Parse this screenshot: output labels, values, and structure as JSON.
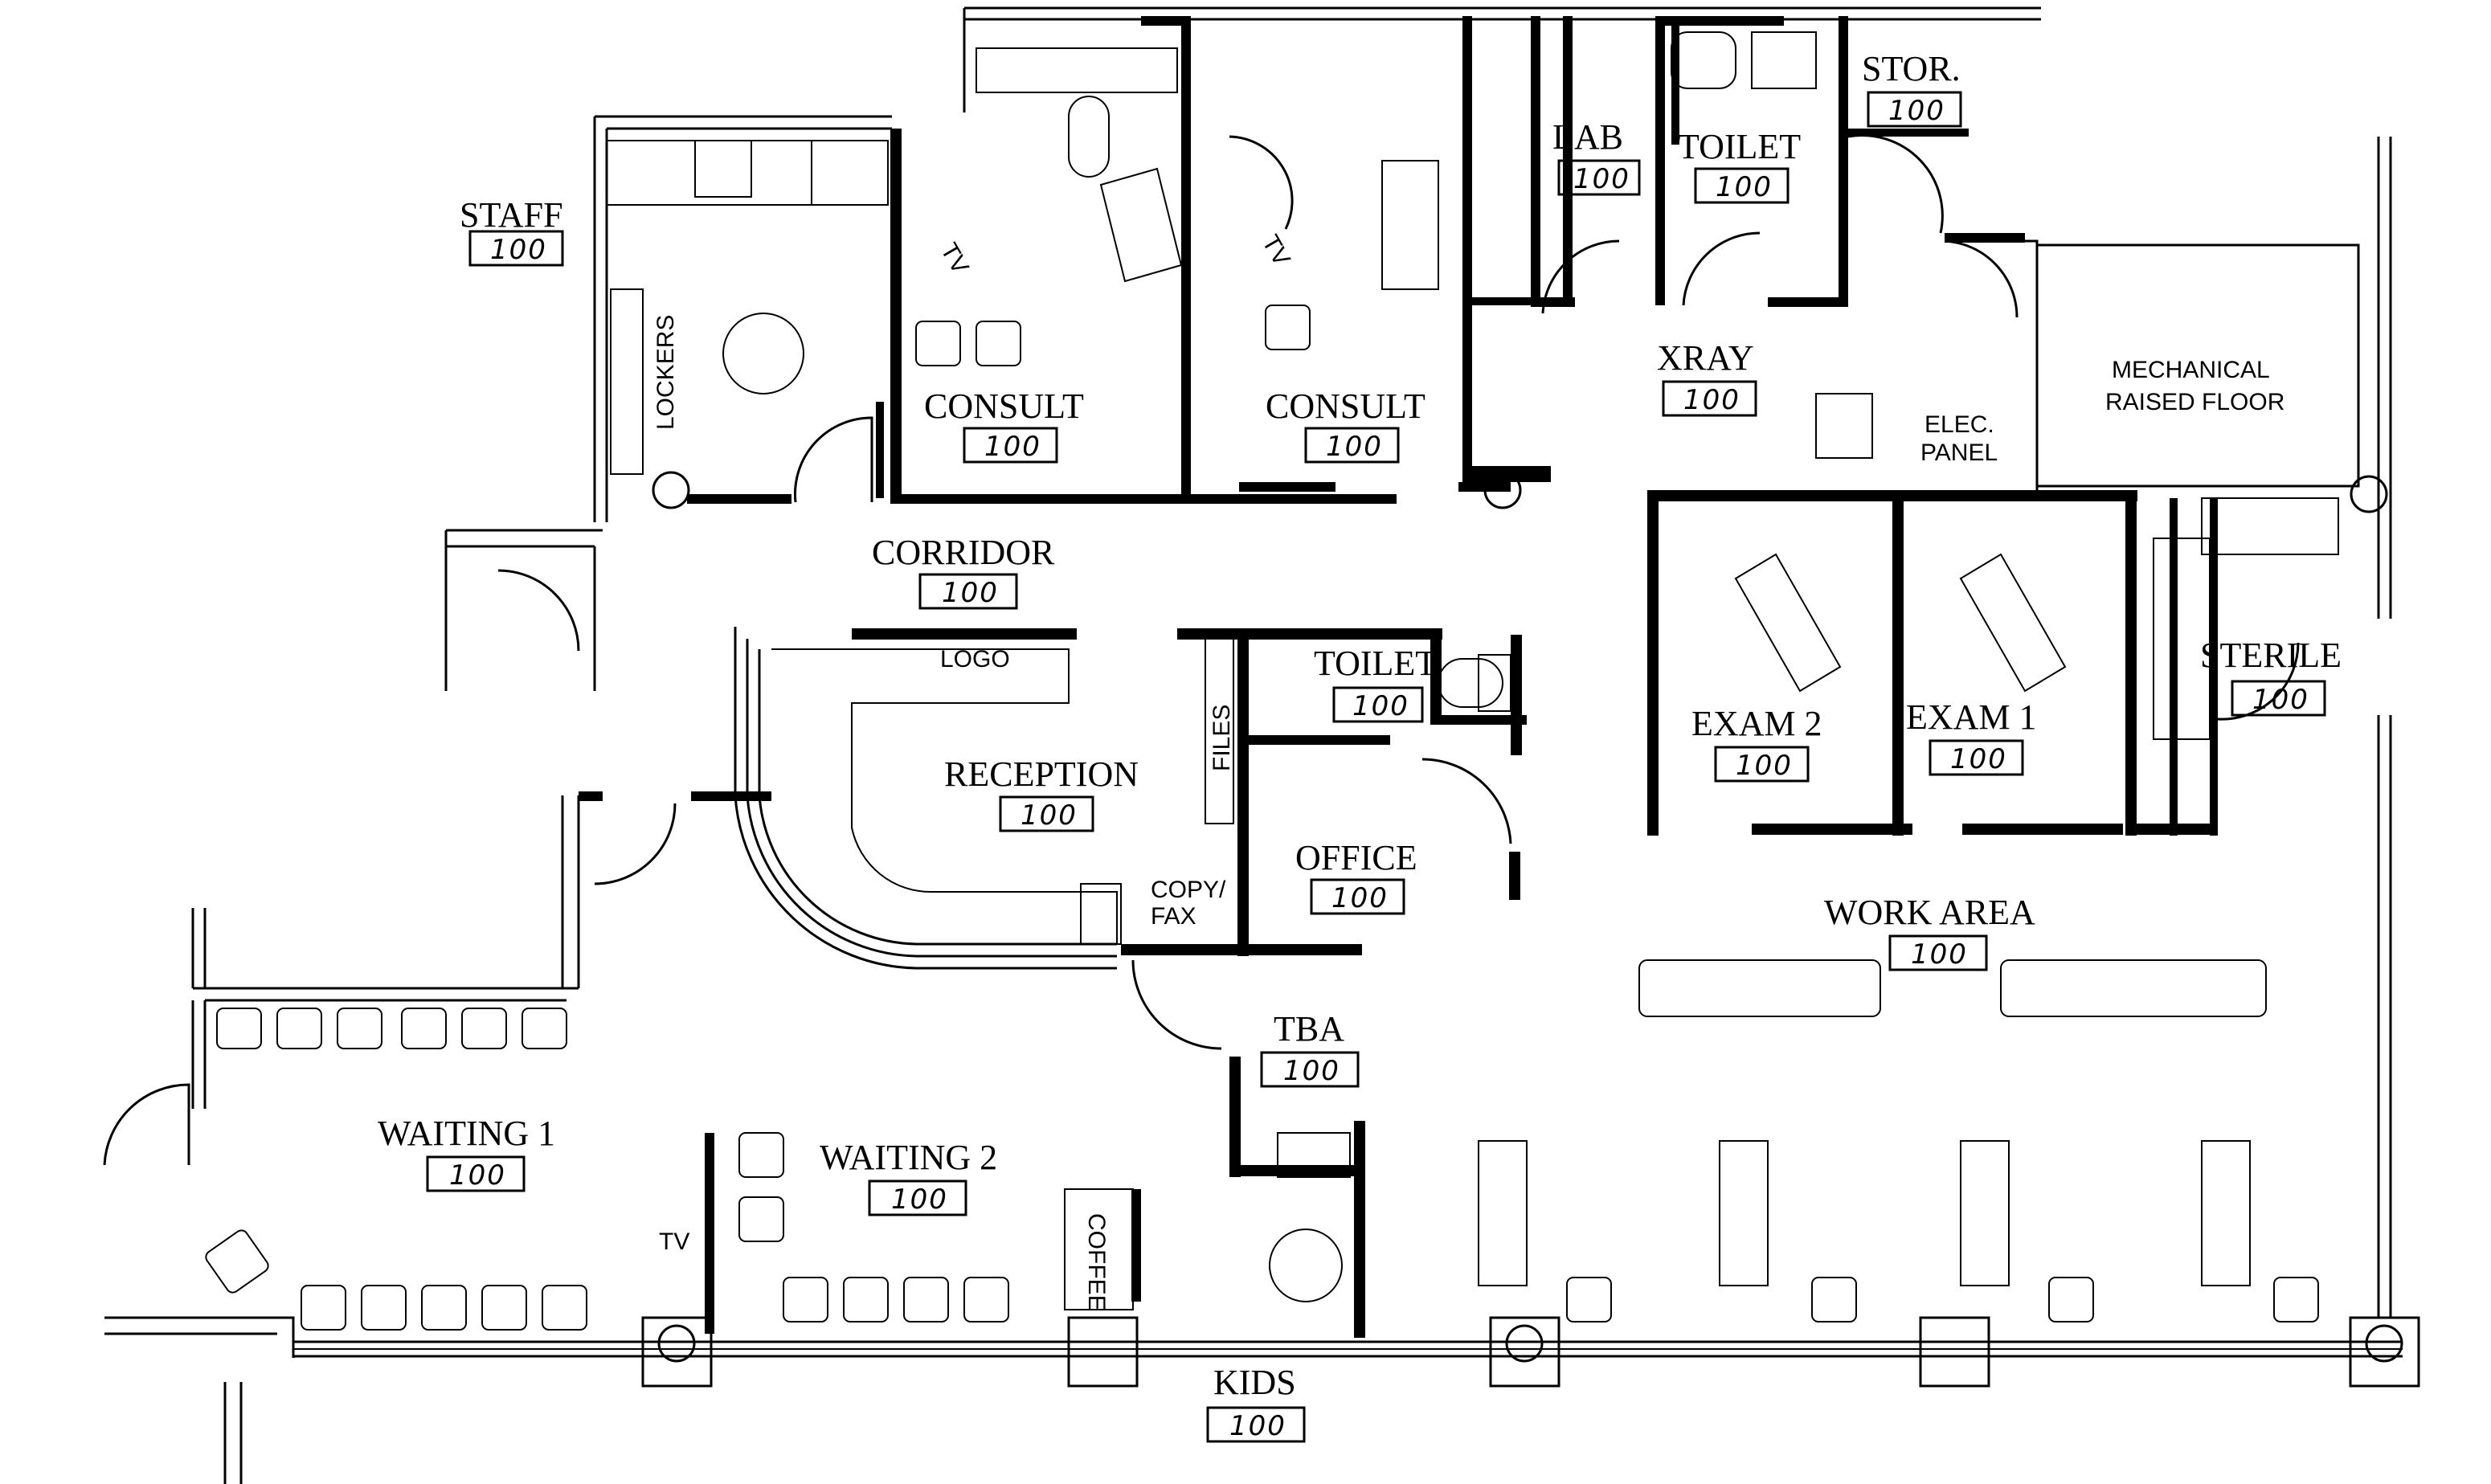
{
  "rooms": {
    "staff": "STAFF",
    "consult_1": "CONSULT",
    "consult_2": "CONSULT",
    "lab": "LAB",
    "toilet_upper": "TOILET",
    "storage": "STOR.",
    "xray": "XRAY",
    "mechanical_line1": "MECHANICAL",
    "mechanical_line2": "RAISED FLOOR",
    "elec_line1": "ELEC.",
    "elec_line2": "PANEL",
    "corridor": "CORRIDOR",
    "reception": "RECEPTION",
    "toilet_lower": "TOILET",
    "office": "OFFICE",
    "exam_2": "EXAM 2",
    "exam_1": "EXAM 1",
    "sterile": "STERILE",
    "work_area": "WORK AREA",
    "tba": "TBA",
    "waiting_1": "WAITING 1",
    "waiting_2": "WAITING 2",
    "kids": "KIDS"
  },
  "room_tag": "100",
  "fixtures": {
    "lockers": "LOCKERS",
    "tv": "TV",
    "logo": "LOGO",
    "files": "FILES",
    "copy_line1": "COPY/",
    "copy_line2": "FAX",
    "coffee": "COFFEE"
  }
}
